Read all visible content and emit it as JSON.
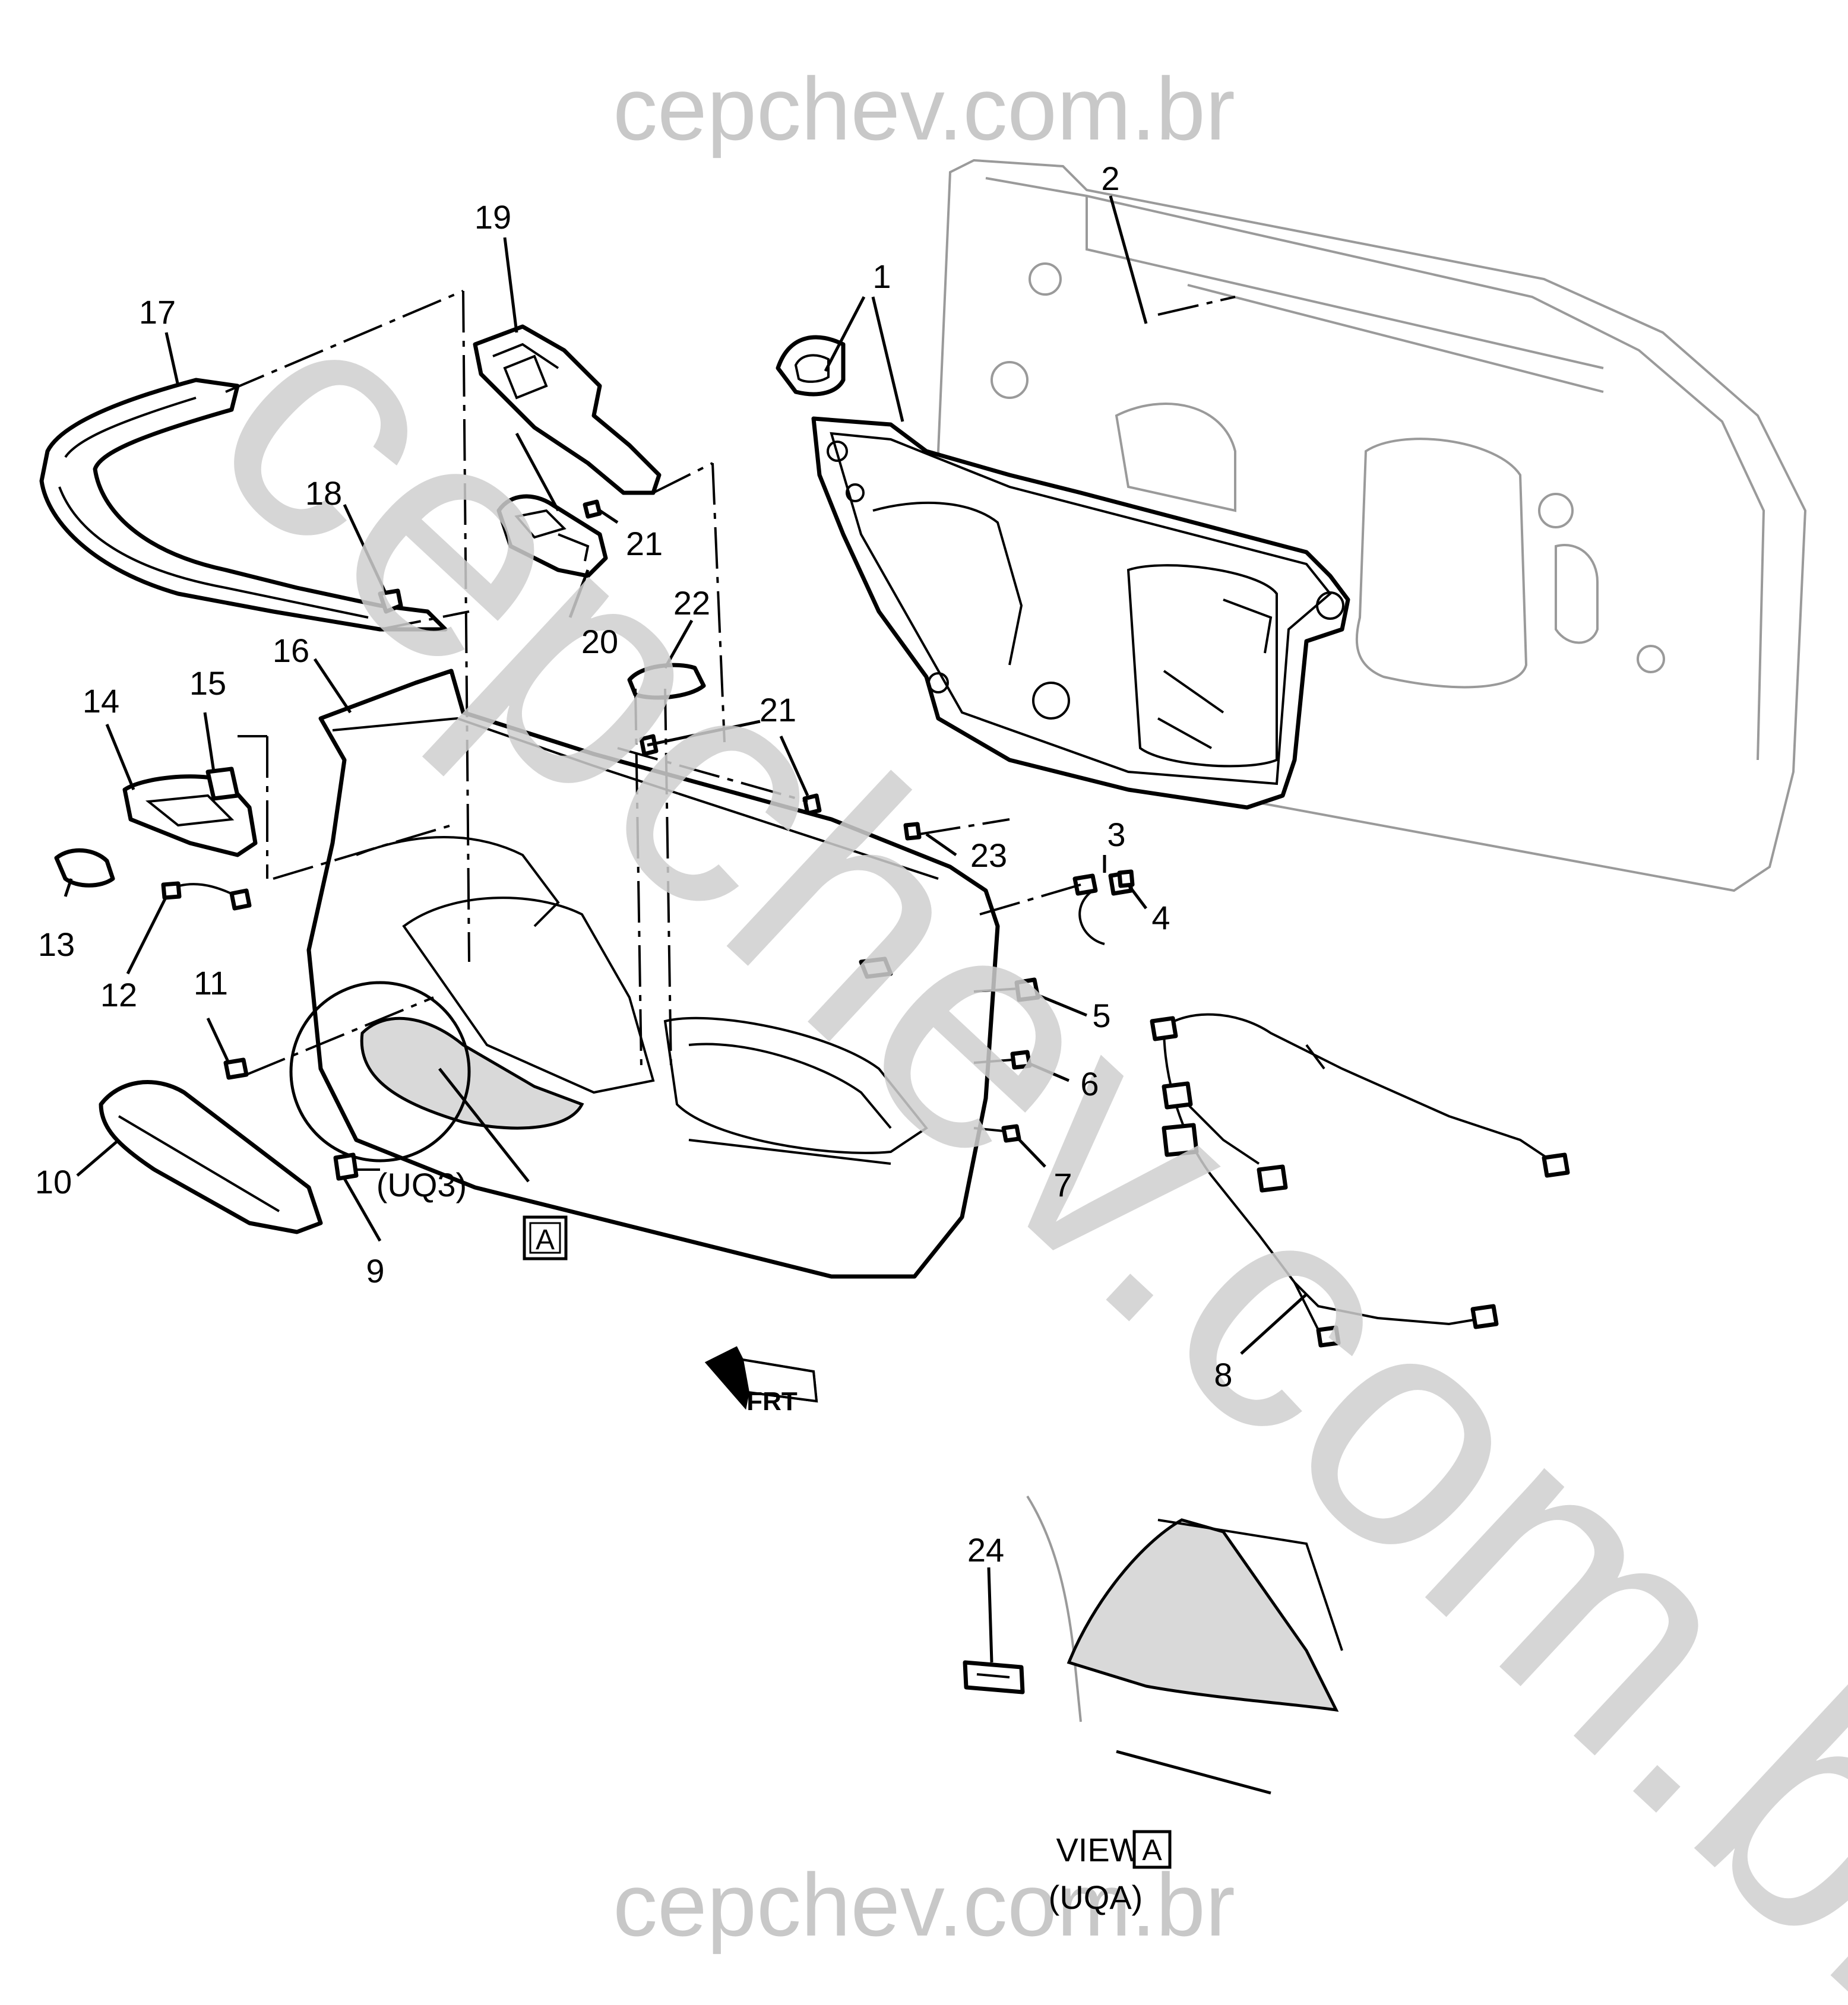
{
  "watermark": {
    "top": "cepchev.com.br",
    "bottom": "cepchev.com.br",
    "diagonal": "cepchev.com.br"
  },
  "callouts": {
    "c1": "1",
    "c2": "2",
    "c3": "3",
    "c4": "4",
    "c5": "5",
    "c6": "6",
    "c7": "7",
    "c8": "8",
    "c9": "9",
    "c10": "10",
    "c11": "11",
    "c12": "12",
    "c13": "13",
    "c14": "14",
    "c15": "15",
    "c16": "16",
    "c17": "17",
    "c18": "18",
    "c19": "19",
    "c20": "20",
    "c21a": "21",
    "c21b": "21",
    "c22": "22",
    "c23": "23",
    "c24": "24"
  },
  "notes": {
    "uq3": "(UQ3)",
    "view_label": "VIEW",
    "view_ref": "A",
    "view_option": "(UQA)",
    "detail_ref": "A",
    "frt": "FRT"
  }
}
